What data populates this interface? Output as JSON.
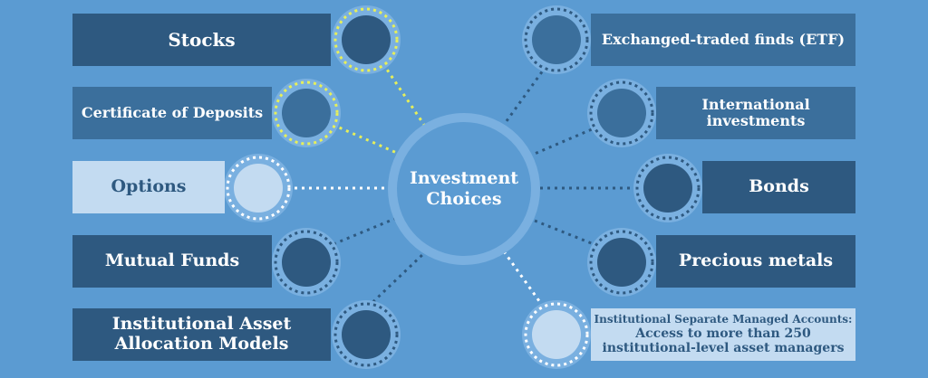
{
  "center": {
    "line1": "Investment",
    "line2": "Choices"
  },
  "left_items": [
    {
      "label": "Stocks"
    },
    {
      "label": "Certificate of Deposits"
    },
    {
      "label": "Options"
    },
    {
      "label": "Mutual Funds"
    },
    {
      "label_line1": "Institutional Asset",
      "label_line2": "Allocation Models"
    }
  ],
  "right_items": [
    {
      "label": "Exchanged-traded finds (ETF)"
    },
    {
      "label_line1": "International",
      "label_line2": "investments"
    },
    {
      "label": "Bonds"
    },
    {
      "label": "Precious metals"
    },
    {
      "label_line1": "Institutional Separate Managed Accounts:",
      "label_line2": "Access to more than 250",
      "label_line3": "institutional-level asset managers"
    }
  ],
  "colors": {
    "background": "#5b9bd2",
    "dark": "#2e5980",
    "mid": "#3b6f9c",
    "light": "#c3dbf1",
    "ring": "#7ab0e0",
    "highlight_dots": "#e6ef5a"
  }
}
